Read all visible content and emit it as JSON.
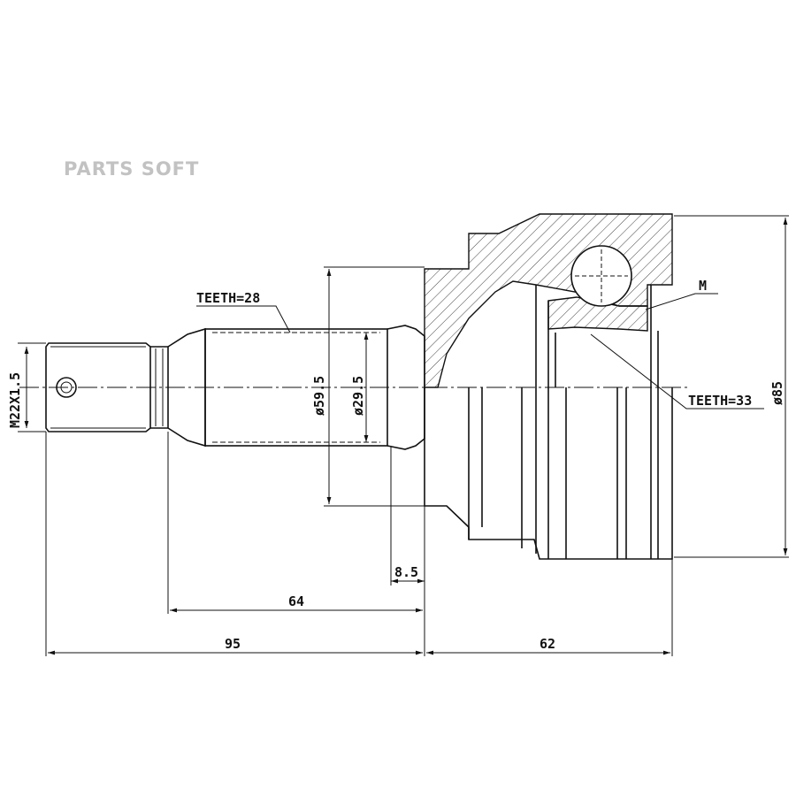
{
  "watermark": "PARTS SOFT",
  "labels": {
    "thread": "M22X1.5",
    "teeth_shaft": "TEETH=28",
    "dia_outer_shaft": "ø59.5",
    "dia_inner_shaft": "ø29.5",
    "mark_m": "M",
    "teeth_inner": "TEETH=33",
    "dia_housing": "ø85",
    "len_8_5": "8.5",
    "len_64": "64",
    "len_95": "95",
    "len_62": "62"
  }
}
